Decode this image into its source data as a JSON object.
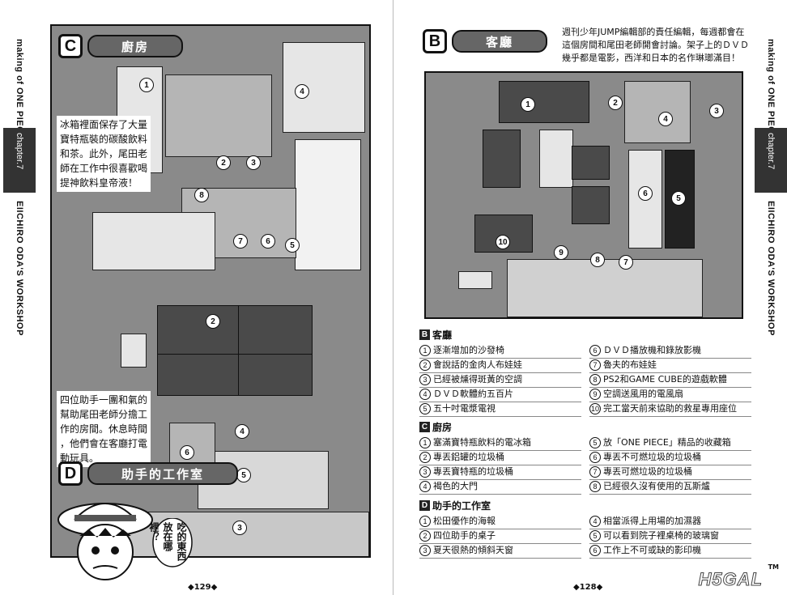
{
  "side_tab": {
    "title": "making of ONE PIECE",
    "chapter": "chapter.7",
    "subtitle": "EIICHIRO ODA'S WORKSHOP"
  },
  "left_page": {
    "page_number": "◆129◆",
    "kitchen": {
      "letter": "C",
      "title": "廚房",
      "caption": [
        "冰箱裡面保存了大量",
        "寶特瓶裝的碳酸飲料",
        "和茶。此外，尾田老",
        "師在工作中很喜歡喝",
        "提神飲料皇帝液！"
      ]
    },
    "assistant": {
      "letter": "D",
      "title": "助手的工作室",
      "caption": [
        "四位助手一團和氣的",
        "幫助尾田老師分擔工",
        "作的房間。休息時間",
        "，他們會在客廳打電",
        "動玩具。"
      ]
    },
    "speech": "吃的東西放在哪裡？"
  },
  "right_page": {
    "page_number": "◆128◆",
    "living": {
      "letter": "B",
      "title": "客廳",
      "caption": [
        "週刊少年JUMP編輯部的責任編輯，每週都會在",
        "這個房間和尾田老師開會討論。架子上的ＤＶＤ",
        "幾乎都是電影，西洋和日本的名作琳瑯滿目！"
      ]
    },
    "legend": [
      {
        "letter": "B",
        "title": "客廳",
        "items": [
          {
            "n": "1",
            "text": "逐漸增加的沙發椅"
          },
          {
            "n": "6",
            "text": "ＤＶＤ播放機和錄放影機"
          },
          {
            "n": "2",
            "text": "會說話的金肉人布娃娃"
          },
          {
            "n": "7",
            "text": "魯夫的布娃娃"
          },
          {
            "n": "3",
            "text": "已經被燻得斑黃的空調"
          },
          {
            "n": "8",
            "text": "PS2和GAME CUBE的遊戲軟體"
          },
          {
            "n": "4",
            "text": "ＤＶＤ軟體約五百片"
          },
          {
            "n": "9",
            "text": "空調送風用的電風扇"
          },
          {
            "n": "5",
            "text": "五十吋電漿電視"
          },
          {
            "n": "10",
            "text": "完工當天前來協助的救星專用座位"
          }
        ]
      },
      {
        "letter": "C",
        "title": "廚房",
        "items": [
          {
            "n": "1",
            "text": "塞滿寶特瓶飲料的電冰箱"
          },
          {
            "n": "5",
            "text": "放「ONE PIECE」精品的收藏箱"
          },
          {
            "n": "2",
            "text": "專丟鋁罐的垃圾桶"
          },
          {
            "n": "6",
            "text": "專丟不可燃垃圾的垃圾桶"
          },
          {
            "n": "3",
            "text": "專丟寶特瓶的垃圾桶"
          },
          {
            "n": "7",
            "text": "專丟可燃垃圾的垃圾桶"
          },
          {
            "n": "4",
            "text": "褐色的大門"
          },
          {
            "n": "8",
            "text": "已經很久沒有使用的瓦斯爐"
          }
        ]
      },
      {
        "letter": "D",
        "title": "助手的工作室",
        "items": [
          {
            "n": "1",
            "text": "松田優作的海報"
          },
          {
            "n": "4",
            "text": "相當派得上用場的加濕器"
          },
          {
            "n": "2",
            "text": "四位助手的桌子"
          },
          {
            "n": "5",
            "text": "可以看到院子裡桌椅的玻璃窗"
          },
          {
            "n": "3",
            "text": "夏天很熱的傾斜天窗"
          },
          {
            "n": "6",
            "text": "工作上不可或缺的影印機"
          }
        ]
      }
    ],
    "logo": "H5GAL",
    "tm": "TM"
  }
}
